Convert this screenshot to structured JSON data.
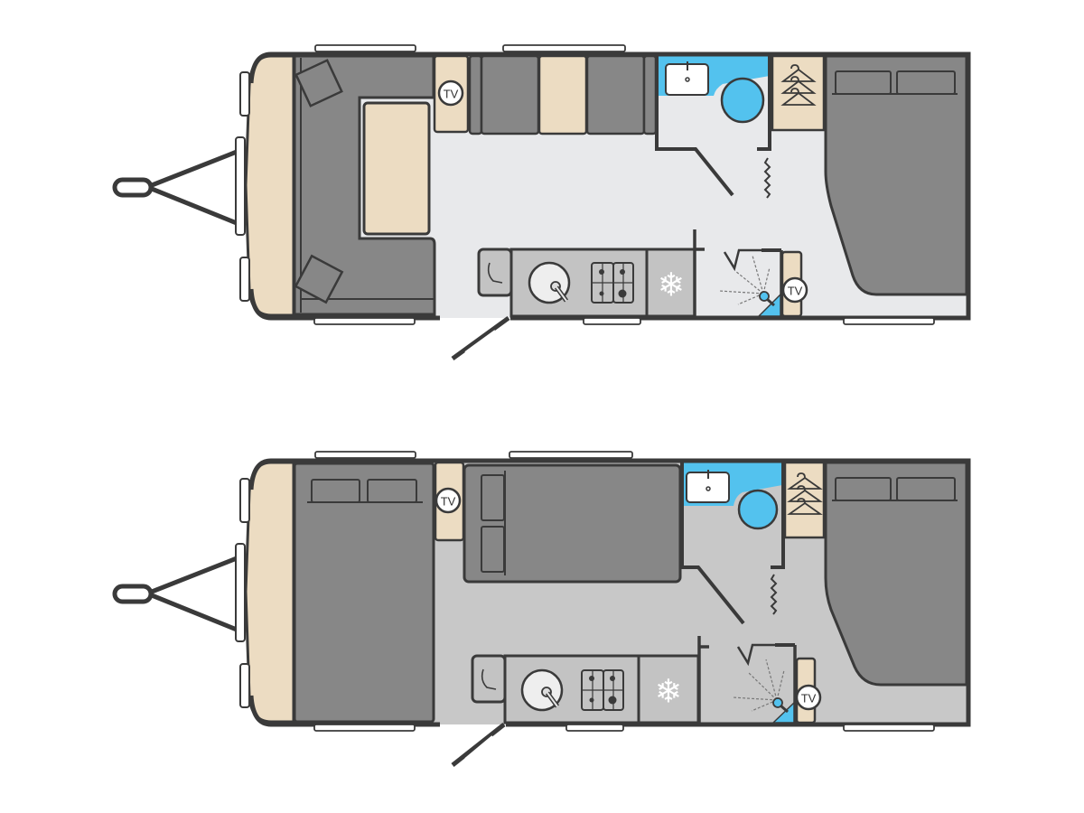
{
  "diagram": {
    "type": "caravan floorplans",
    "layouts": [
      {
        "id": "layout-1",
        "description": "Front U-shaped lounge with table, central side seating, washroom, wardrobe, rear island bed",
        "zones": [
          "front-lounge",
          "side-seating",
          "kitchen",
          "washroom",
          "wardrobe",
          "rear-bed",
          "shower"
        ],
        "labels": {
          "tv_front": "TV",
          "tv_rear": "TV"
        }
      },
      {
        "id": "layout-2",
        "description": "Front double bed, central transverse bed, washroom, wardrobe, rear island bed",
        "zones": [
          "front-bed",
          "central-bed",
          "kitchen",
          "washroom",
          "wardrobe",
          "rear-bed",
          "shower"
        ],
        "labels": {
          "tv_front": "TV",
          "tv_rear": "TV"
        }
      }
    ],
    "icons": [
      "hob-icon",
      "sink-icon",
      "fridge-snowflake-icon",
      "wardrobe-hanger-icon",
      "toilet-icon",
      "washbasin-icon",
      "shower-icon",
      "tv-icon",
      "door-icon",
      "tow-hitch-icon",
      "heater-icon"
    ]
  },
  "colors": {
    "outline": "#3a3a3a",
    "upholstery": "#878787",
    "wood": "#ecdcc2",
    "floor_top": "#e8e9eb",
    "floor_bottom": "#c8c8c8",
    "washroom": "#53c2ee",
    "kitchen": "#c3c3c3",
    "window": "#ffffff"
  }
}
